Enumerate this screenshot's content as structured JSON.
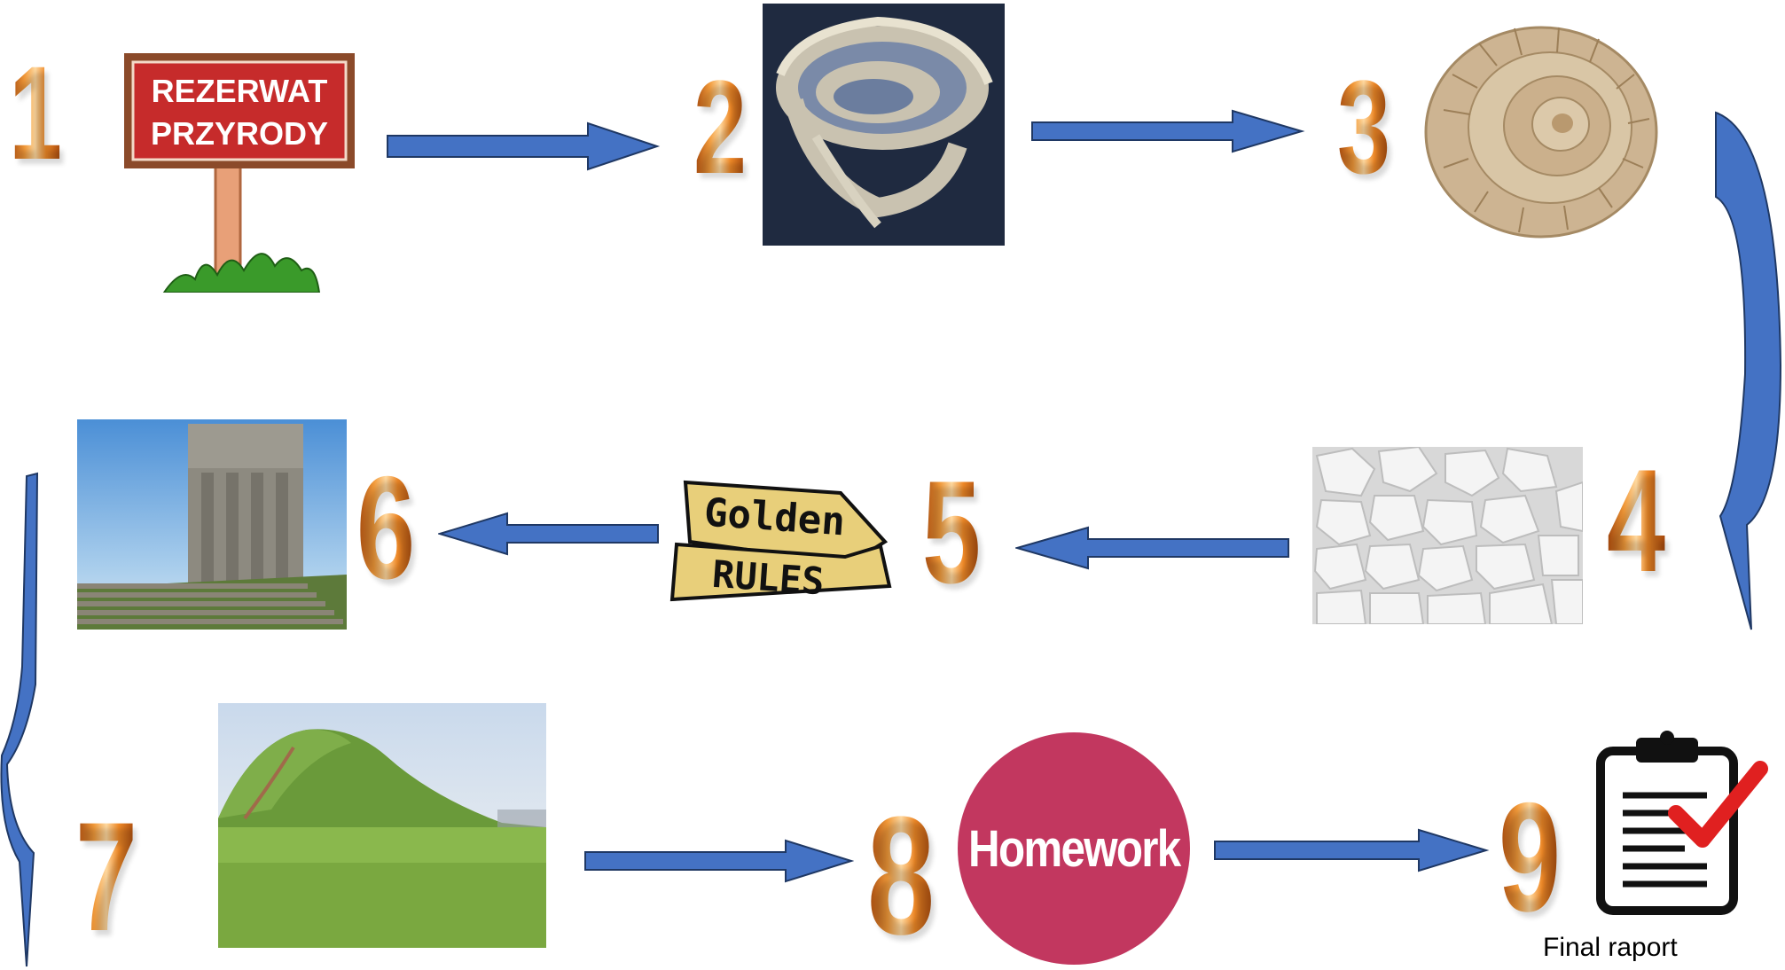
{
  "steps": [
    {
      "number": "1",
      "content": "nature-reserve-sign",
      "text": "REZERWAT",
      "text2": "PRZYRODY"
    },
    {
      "number": "2",
      "content": "geologic-time-spiral"
    },
    {
      "number": "3",
      "content": "ammonite-fossil"
    },
    {
      "number": "4",
      "content": "white-stones"
    },
    {
      "number": "5",
      "content": "golden-rules-tape",
      "text": "Golden",
      "text2": "RULES"
    },
    {
      "number": "6",
      "content": "monument"
    },
    {
      "number": "7",
      "content": "grassy-mound"
    },
    {
      "number": "8",
      "content": "homework-circle",
      "text": "Homework"
    },
    {
      "number": "9",
      "content": "clipboard-check",
      "caption": "Final raport"
    }
  ],
  "colors": {
    "arrow_fill": "#4472c4",
    "arrow_stroke": "#1f3864",
    "number_orange": "#e07a1f",
    "homework_bg": "#c2375f",
    "sign_red": "#c62b2b",
    "sign_wood": "#8b4a2a"
  }
}
